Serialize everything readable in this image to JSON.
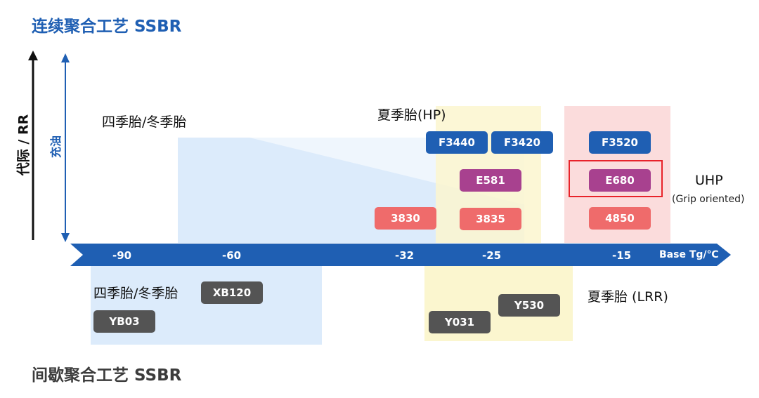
{
  "titles": {
    "top": "连续聚合工艺 SSBR",
    "bottom": "间歇聚合工艺 SSBR"
  },
  "axes": {
    "vertical_black": "代际 / RR",
    "vertical_blue": "充油",
    "horizontal": "Base Tg/℃",
    "ticks": [
      "-90",
      "-60",
      "-32",
      "-25",
      "-15"
    ]
  },
  "regions": {
    "upper_winter": "四季胎/冬季胎",
    "upper_summer": "夏季胎(HP)",
    "upper_uhp": "UHP",
    "upper_uhp_sub": "(Grip oriented)",
    "lower_winter": "四季胎/冬季胎",
    "lower_summer": "夏季胎 (LRR)"
  },
  "products": {
    "f3440": "F3440",
    "f3420": "F3420",
    "f3520": "F3520",
    "e581": "E581",
    "e680": "E680",
    "p3830": "3830",
    "p3835": "3835",
    "p4850": "4850",
    "xb120": "XB120",
    "yb03": "YB03",
    "y530": "Y530",
    "y031": "Y031"
  },
  "colors": {
    "blue_tag": "#1f5fb3",
    "purple_tag": "#a8418f",
    "coral_tag": "#ef6b6b",
    "gray_tag": "#545454",
    "axis_blue": "#1f5fb3",
    "highlight": "#e8232a"
  }
}
